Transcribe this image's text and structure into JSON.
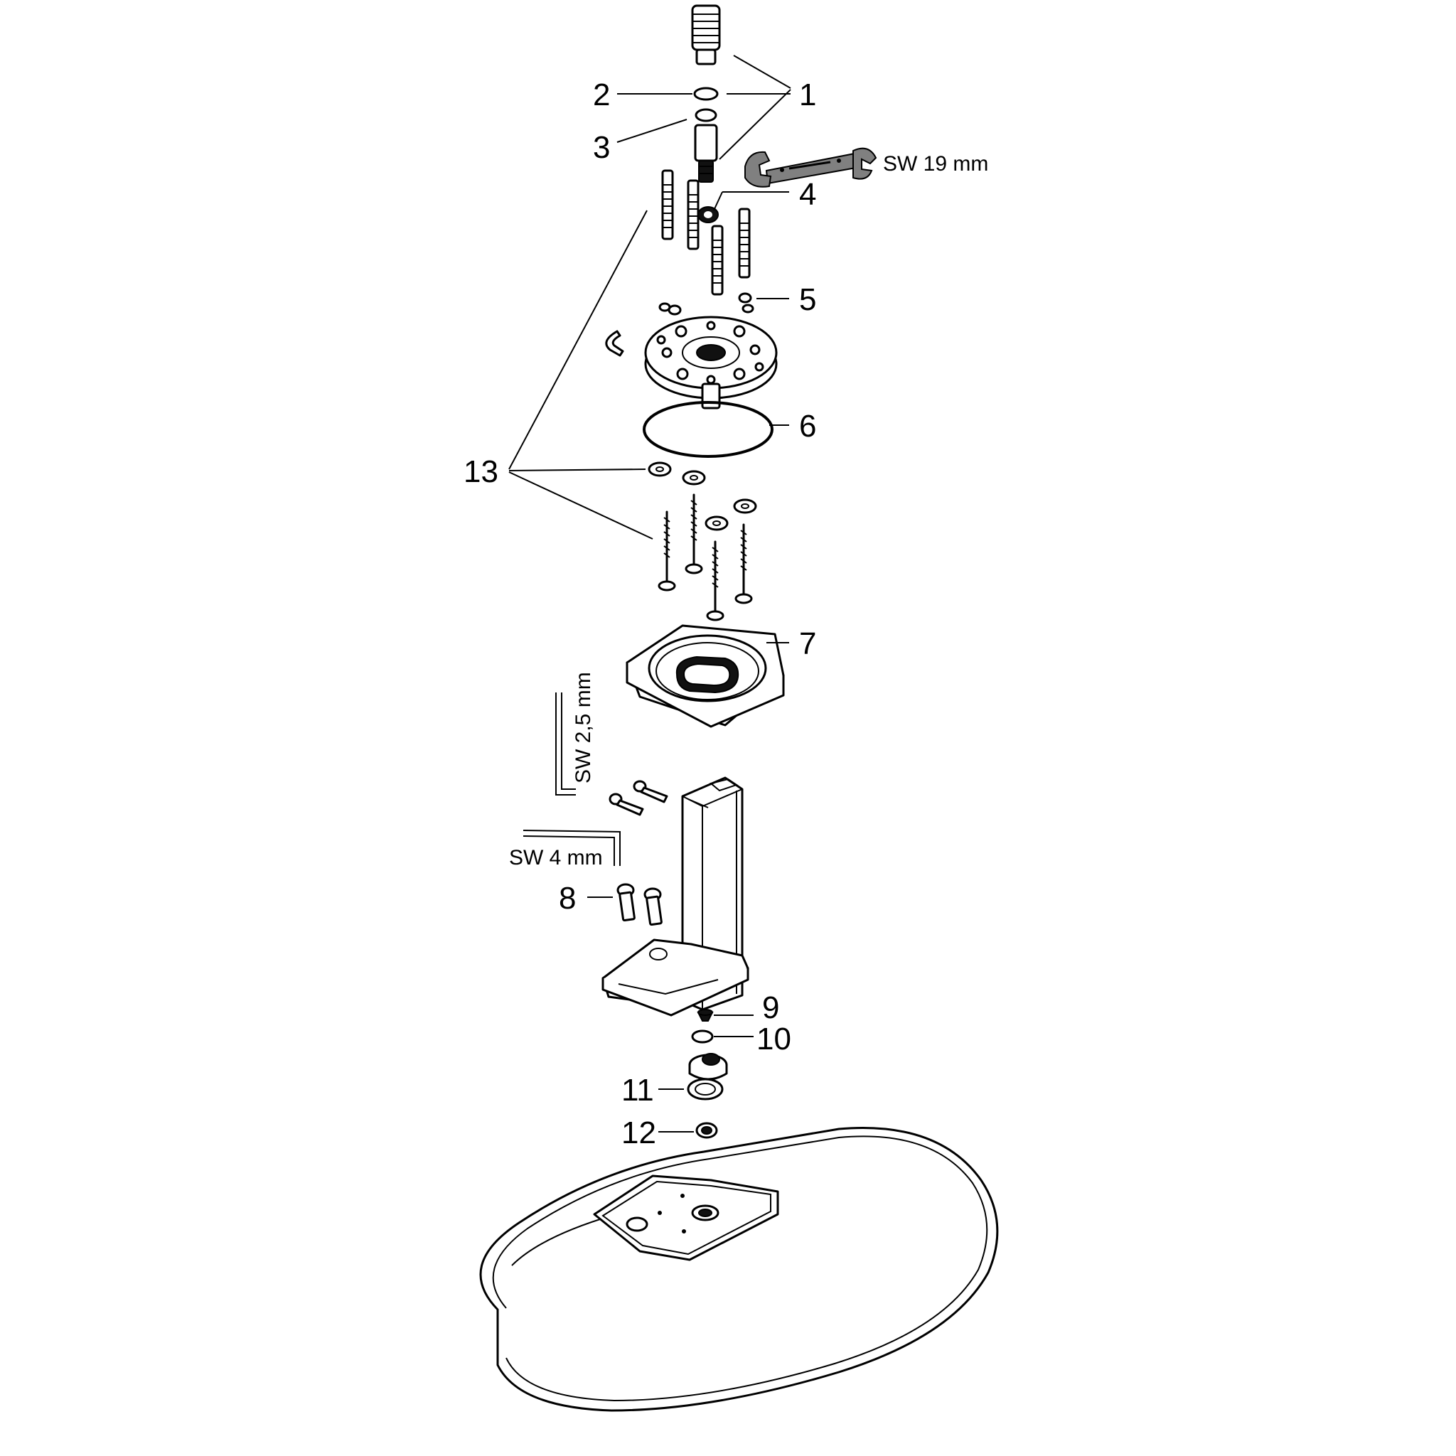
{
  "callouts": [
    {
      "id": "1",
      "label": "1"
    },
    {
      "id": "2",
      "label": "2"
    },
    {
      "id": "3",
      "label": "3"
    },
    {
      "id": "4",
      "label": "4"
    },
    {
      "id": "5",
      "label": "5"
    },
    {
      "id": "6",
      "label": "6"
    },
    {
      "id": "7",
      "label": "7"
    },
    {
      "id": "8",
      "label": "8"
    },
    {
      "id": "9",
      "label": "9"
    },
    {
      "id": "10",
      "label": "10"
    },
    {
      "id": "11",
      "label": "11"
    },
    {
      "id": "12",
      "label": "12"
    },
    {
      "id": "13",
      "label": "13"
    }
  ],
  "tools": {
    "wrench": "SW 19 mm",
    "hex_key_large": "SW 2,5 mm",
    "hex_key_small": "SW 4 mm"
  }
}
